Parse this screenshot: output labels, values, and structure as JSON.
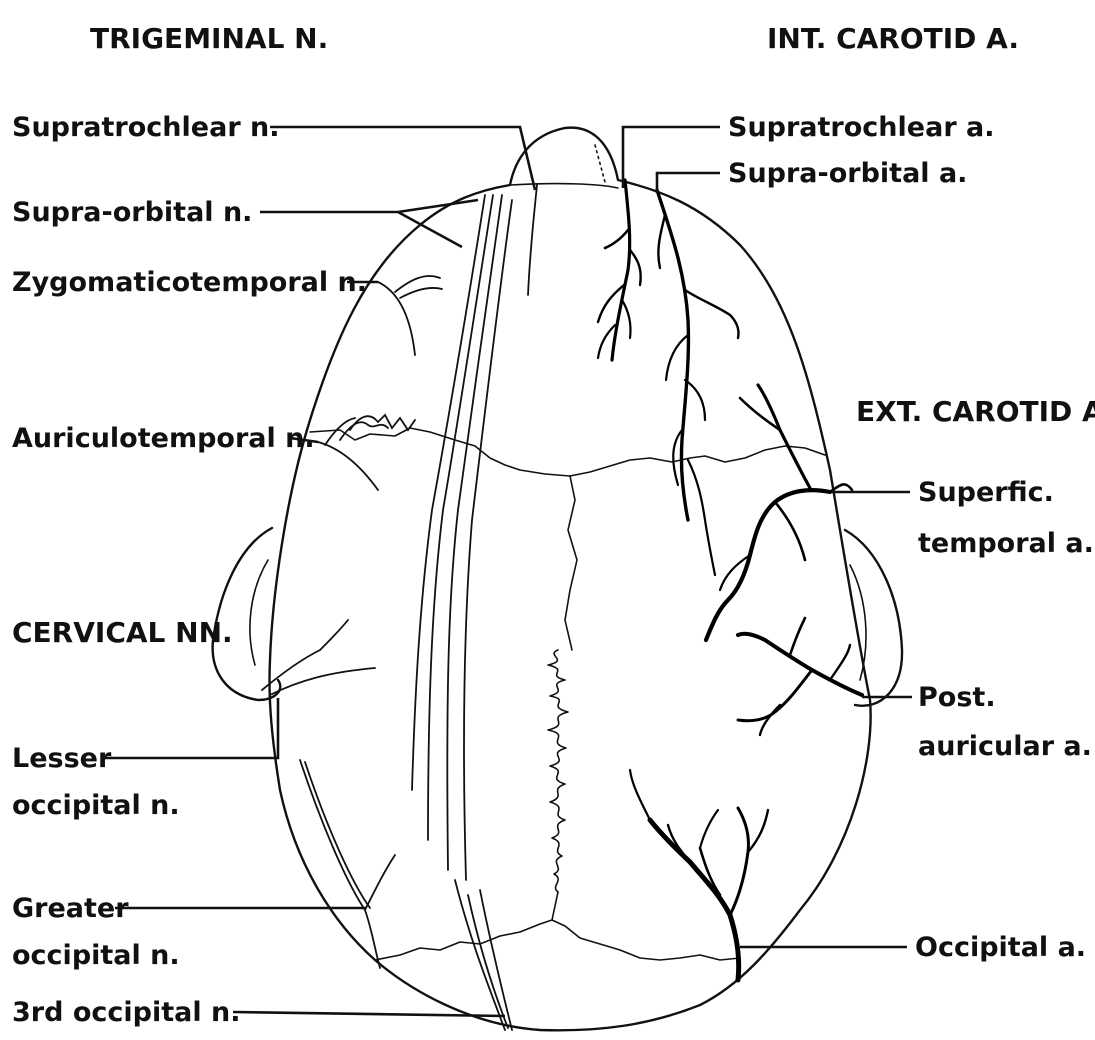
{
  "headings": {
    "trigeminal": "TRIGEMINAL N.",
    "int_carotid": "INT. CAROTID A.",
    "ext_carotid": "EXT. CAROTID A.",
    "cervical": "CERVICAL NN."
  },
  "left_labels": {
    "supratrochlear_n": "Supratrochlear n.",
    "supraorbital_n": "Supra-orbital n.",
    "zygomaticotemporal_n": "Zygomaticotemporal n.",
    "auriculotemporal_n": "Auriculotemporal n.",
    "lesser_occipital_1": "Lesser",
    "lesser_occipital_2": "occipital n.",
    "greater_occipital_1": "Greater",
    "greater_occipital_2": "occipital n.",
    "third_occipital_n": "3rd occipital n."
  },
  "right_labels": {
    "supratrochlear_a": "Supratrochlear a.",
    "supraorbital_a": "Supra-orbital a.",
    "superficial_temporal_1": "Superfic.",
    "superficial_temporal_2": "temporal a.",
    "post_auricular_1": "Post.",
    "post_auricular_2": "auricular a.",
    "occipital_a": "Occipital a."
  }
}
